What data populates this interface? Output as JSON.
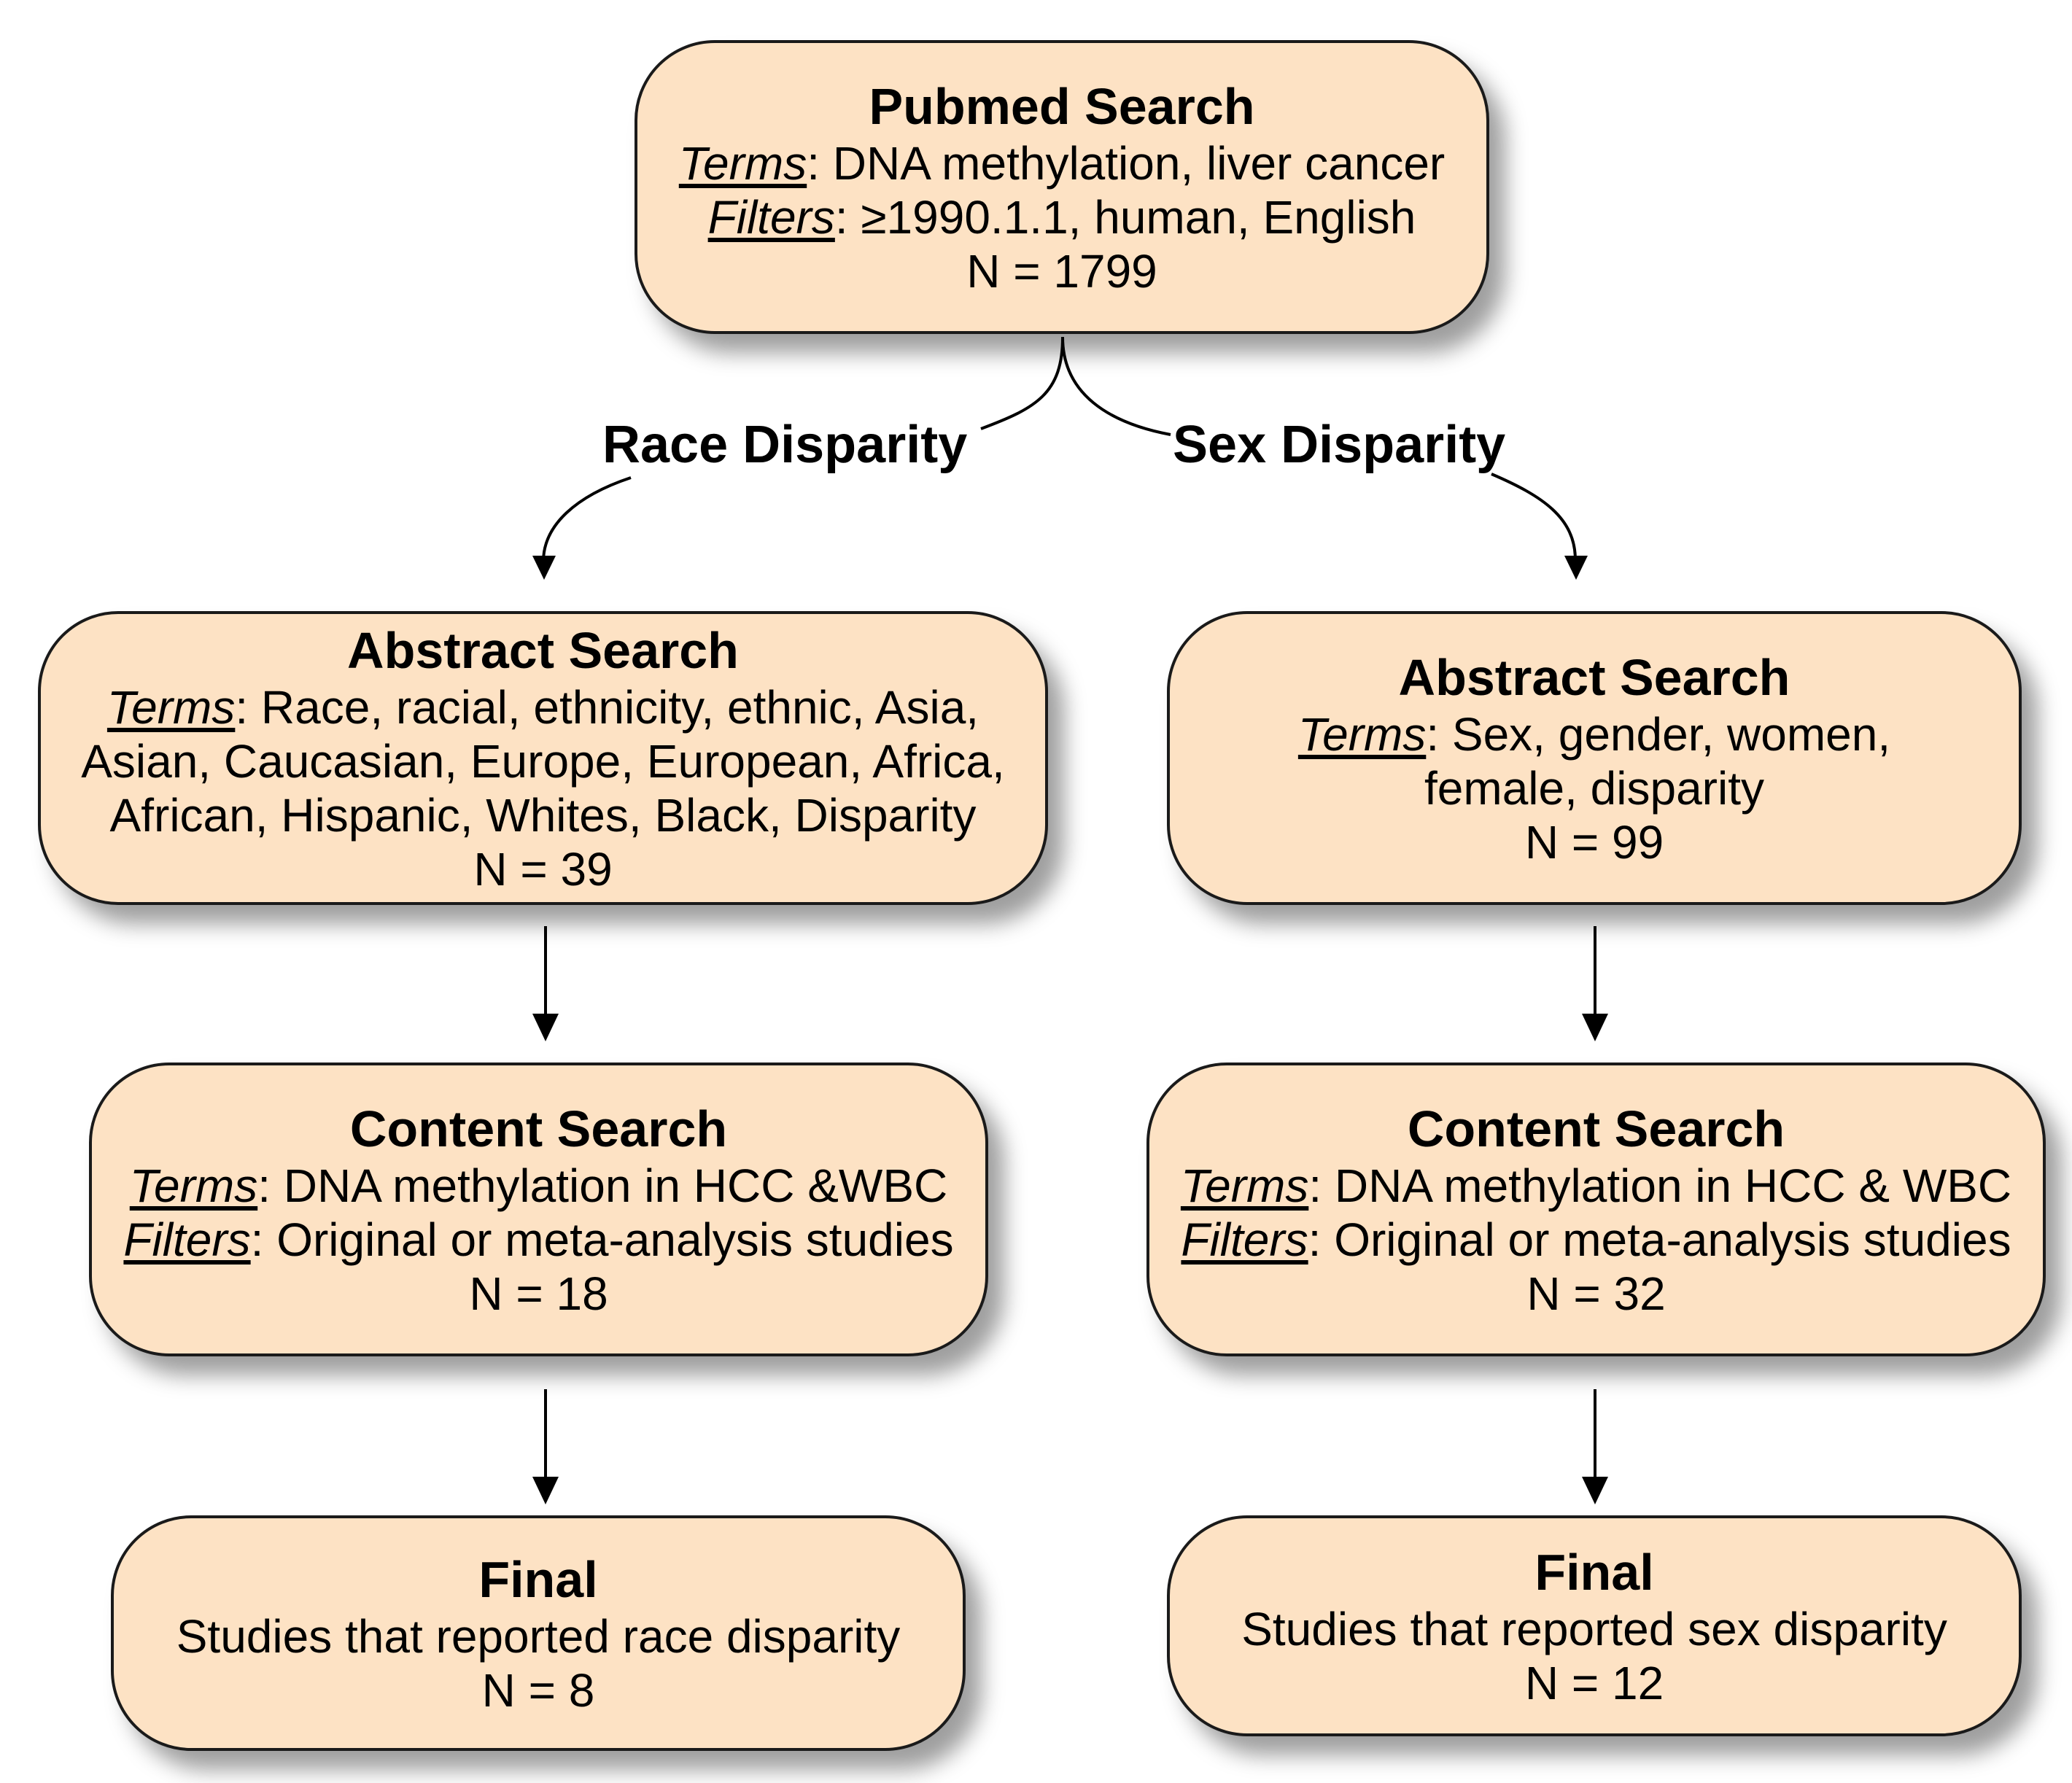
{
  "pubmed": {
    "title": "Pubmed Search",
    "terms_key": "Terms",
    "terms_value": ": DNA methylation, liver cancer",
    "filters_key": "Filters",
    "filters_value": ": ≥1990.1.1, human, English",
    "count": "N = 1799"
  },
  "branches": {
    "race": "Race Disparity",
    "sex": "Sex Disparity"
  },
  "race": {
    "abstract": {
      "title": "Abstract Search",
      "terms_key": "Terms",
      "terms_line1": ": Race, racial, ethnicity, ethnic, Asia,",
      "terms_line2": "Asian, Caucasian, Europe, European, Africa,",
      "terms_line3": "African, Hispanic, Whites, Black, Disparity",
      "count": "N = 39"
    },
    "content": {
      "title": "Content Search",
      "terms_key": "Terms",
      "terms_value": ": DNA methylation in HCC &WBC",
      "filters_key": "Filters",
      "filters_value": ": Original or meta-analysis studies",
      "count": "N = 18"
    },
    "final": {
      "title": "Final",
      "description": "Studies that reported race disparity",
      "count": "N = 8"
    }
  },
  "sex": {
    "abstract": {
      "title": "Abstract Search",
      "terms_key": "Terms",
      "terms_line1": ": Sex, gender, women,",
      "terms_line2": "female, disparity",
      "count": "N = 99"
    },
    "content": {
      "title": "Content Search",
      "terms_key": "Terms",
      "terms_value": ": DNA methylation in HCC & WBC",
      "filters_key": "Filters",
      "filters_value": ": Original or meta-analysis studies",
      "count": "N = 32"
    },
    "final": {
      "title": "Final",
      "description": "Studies that reported sex disparity",
      "count": "N = 12"
    }
  }
}
